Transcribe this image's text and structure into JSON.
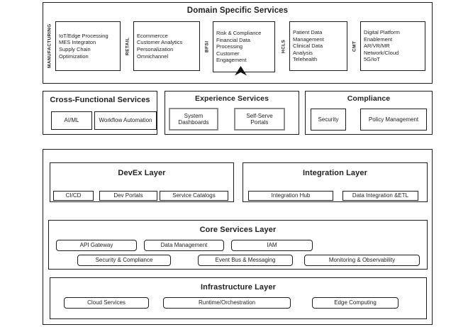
{
  "domain_services": {
    "title": "Domain Specific Services",
    "groups": [
      {
        "industry": "MANUFACTURING",
        "services": [
          "IoT/Edge Processing",
          "MES Integraton",
          "Supply Chain",
          "Optimization"
        ]
      },
      {
        "industry": "RETAIL",
        "services": [
          "Ecommercce",
          "Customer Analytics",
          "Personalization",
          "Omnichannel"
        ]
      },
      {
        "industry": "BFSI",
        "services": [
          "Risk & Compliance",
          "Financial Data",
          "Processing",
          "Customer",
          "Engagement"
        ]
      },
      {
        "industry": "HCLS",
        "services": [
          "Patient Data",
          "Management",
          "Clinical Data",
          "Analysis",
          "Telehealth"
        ]
      },
      {
        "industry": "CMT",
        "services": [
          "Digital Platform",
          "Enablement",
          "AR/VR/MR",
          "Network/Cloud",
          "5G/IoT"
        ]
      }
    ]
  },
  "cross_functional": {
    "title": "Cross-Functional Services",
    "items": [
      "AI/ML",
      "Workflow Automation"
    ]
  },
  "experience": {
    "title": "Experience Services",
    "items": [
      "System\nDashboards",
      "Self-Serve\nPortals"
    ]
  },
  "compliance": {
    "title": "Compliance",
    "items": [
      "Security",
      "Policy Management"
    ]
  },
  "devex": {
    "title": "DevEx Layer",
    "items": [
      "CI/CD",
      "Dev Portals",
      "Service Catalogs"
    ]
  },
  "integration": {
    "title": "Integration Layer",
    "items": [
      "Integration Hub",
      "Data Integration &ETL"
    ]
  },
  "core": {
    "title": "Core Services Layer",
    "row1": [
      "API Gateway",
      "Data Management",
      "IAM"
    ],
    "row2": [
      "Security & Compliance",
      "Event Bus & Messaging",
      "Monitoring & Observability"
    ]
  },
  "infrastructure": {
    "title": "Infrastructure Layer",
    "items": [
      "Cloud Services",
      "Runtime/Orchestration",
      "Edge Computing"
    ]
  },
  "icons": {
    "pointer": "black-up-arrowhead"
  },
  "colors": {
    "border": "#1c1c1c",
    "experience_chip_border": "#8c8c8c",
    "background": "#ffffff",
    "text": "#1f1f1f"
  }
}
